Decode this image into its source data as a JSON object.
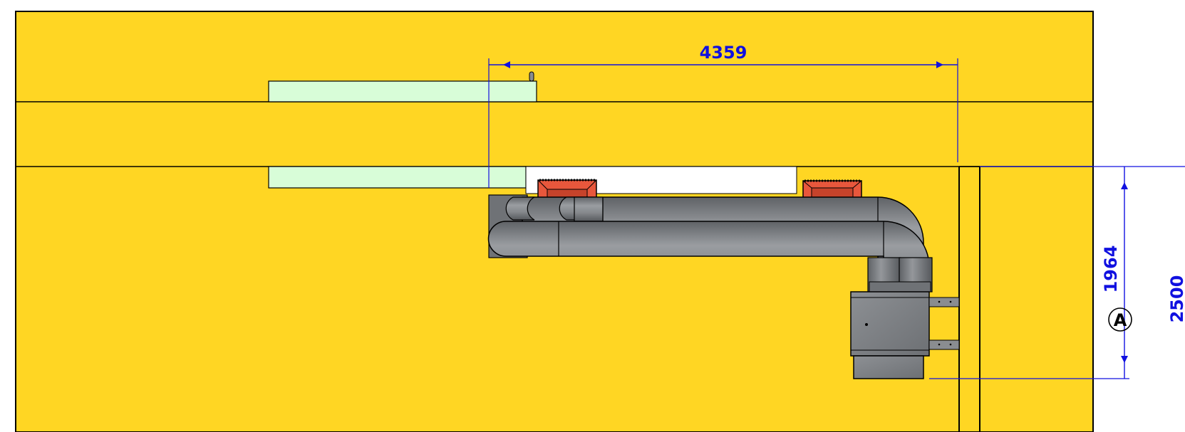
{
  "drawing": {
    "dimensions": {
      "horizontal_top": "4359",
      "vertical_inner": "1964",
      "vertical_outer": "2500"
    },
    "callout": {
      "label": "A"
    },
    "colors": {
      "background_panel": "#ffd623",
      "outline": "#000000",
      "dimension": "#1010e0",
      "light_green_panel": "#d8fdd8",
      "white_opening": "#ffffff",
      "duct_gray": "#7c7f82",
      "diffuser_red": "#e8573c",
      "bracket_gray": "#8a8d90"
    },
    "icons": {
      "callout_marker": "circle-label-icon",
      "arrowhead": "arrowhead-icon"
    }
  }
}
